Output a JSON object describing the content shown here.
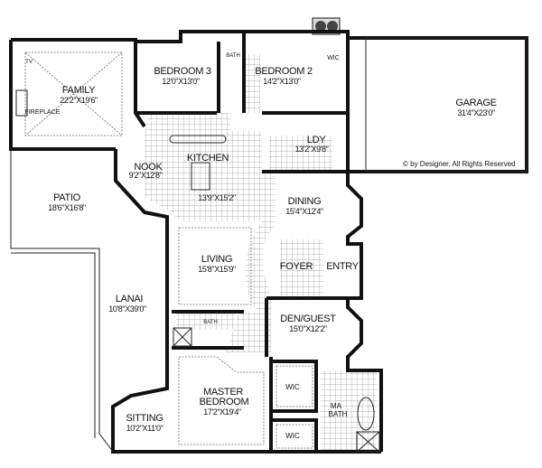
{
  "rooms": {
    "family": {
      "name": "FAMILY",
      "dims": "22'2\"X19'6\""
    },
    "tv": "TV",
    "fireplace": "FIREPLACE",
    "bedroom3": {
      "name": "BEDROOM 3",
      "dims": "12'0\"X13'0\""
    },
    "bath_upper": "BATH",
    "bedroom2": {
      "name": "BEDROOM 2",
      "dims": "14'2\"X13'0\""
    },
    "wic_upper": "WIC",
    "garage": {
      "name": "GARAGE",
      "dims": "31'4\"X23'0\""
    },
    "laundry": {
      "name": "LDY",
      "dims": "13'2\"X9'8\""
    },
    "kitchen": {
      "name": "KITCHEN",
      "dims": "13'9\"X15'2\""
    },
    "nook": {
      "name": "NOOK",
      "dims": "9'2\"X12'8\""
    },
    "patio": {
      "name": "PATIO",
      "dims": "18'6\"X16'8\""
    },
    "dining": {
      "name": "DINING",
      "dims": "15'4\"X12'4\""
    },
    "living": {
      "name": "LIVING",
      "dims": "15'8\"X15'9\""
    },
    "foyer": "FOYER",
    "entry": "ENTRY",
    "lanai": {
      "name": "LANAI",
      "dims": "10'8\"X39'0\""
    },
    "den": {
      "name": "DEN/GUEST",
      "dims": "15'0\"X12'2\""
    },
    "bath_lower": "BATH",
    "master": {
      "name1": "MASTER",
      "name2": "BEDROOM",
      "dims": "17'2\"X19'4\""
    },
    "wic_a": "WIC",
    "wic_b": "WIC",
    "ma_bath": {
      "name1": "MA",
      "name2": "BATH"
    },
    "sitting": {
      "name": "SITTING",
      "dims": "10'2\"X11'0\""
    }
  },
  "copyright": "© by Designer, All Rights Reserved"
}
